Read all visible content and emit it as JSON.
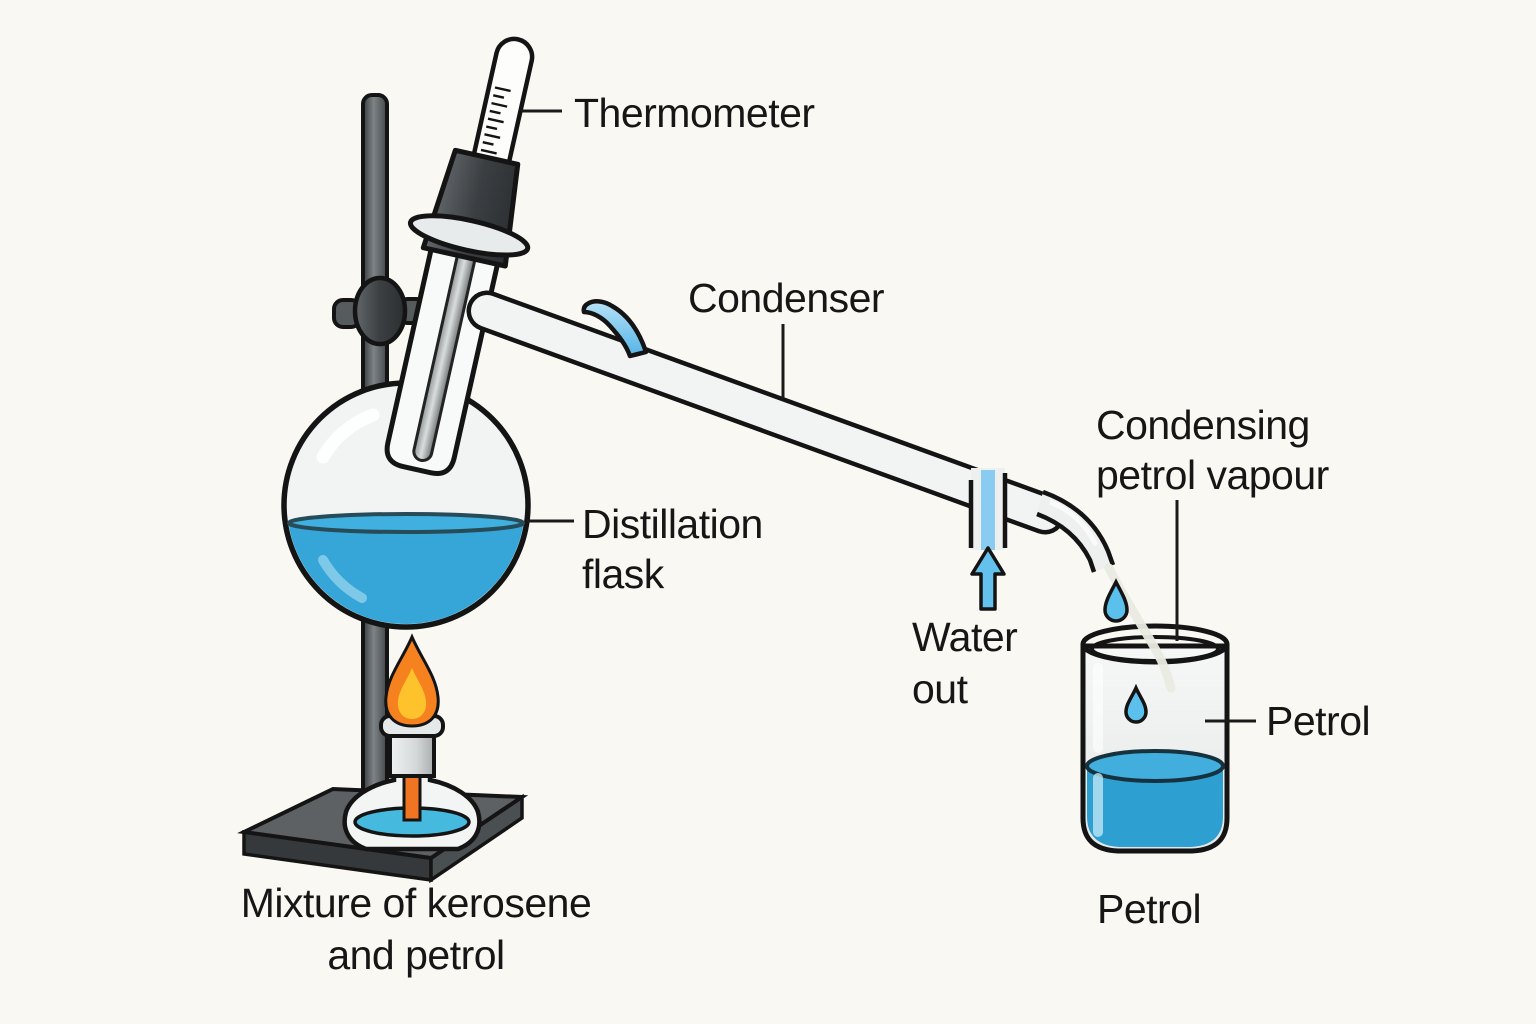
{
  "labels": {
    "thermometer": "Thermometer",
    "condenser": "Condenser",
    "distillation_flask": {
      "line1": "Distillation",
      "line2": "flask"
    },
    "water_out": {
      "line1": "Water",
      "line2": "out"
    },
    "condensing_petrol_vapour": {
      "line1": "Condensing",
      "line2": "petrol vapour"
    },
    "petrol_beaker": "Petrol",
    "mixture": {
      "line1": "Mixture of kerosene",
      "line2": "and petrol"
    },
    "petrol_collected": "Petrol"
  },
  "colors": {
    "background": "#faf8f2",
    "liquid_blue": "#36a6d8",
    "stream_blue": "#8accf1",
    "arrow_blue": "#7cc7ee",
    "flame_outer": "#f6821f",
    "flame_inner": "#fdc22c",
    "metal_dark": "#44484b",
    "glass_light": "#eef0ef",
    "outline": "#141414",
    "label_text": "#161616"
  }
}
